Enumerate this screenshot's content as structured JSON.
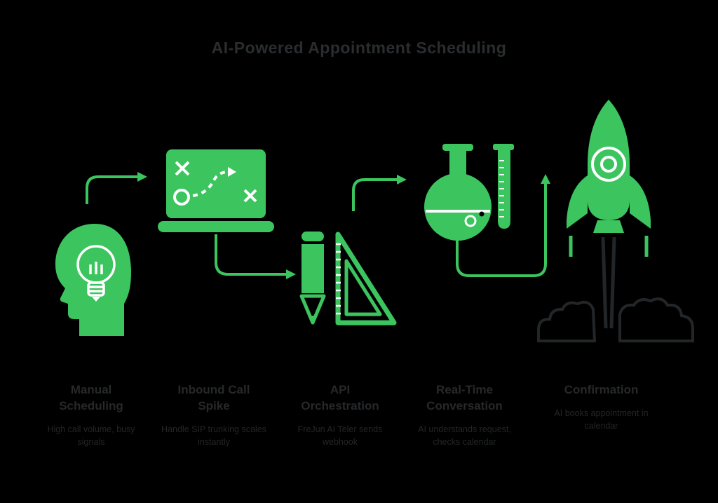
{
  "title": "AI-Powered Appointment Scheduling",
  "colors": {
    "background": "#000000",
    "accent_green": "#3cc45f",
    "text_dark": "#26282a"
  },
  "stages": [
    {
      "icon": "head-lightbulb-icon",
      "label": "Manual Scheduling",
      "description": "High call volume, busy signals"
    },
    {
      "icon": "strategy-board-laptop-icon",
      "label": "Inbound Call Spike",
      "description": "Handle SIP trunking scales instantly"
    },
    {
      "icon": "pencil-set-square-icon",
      "label": "API Orchestration",
      "description": "FreJun AI Teler sends webhook"
    },
    {
      "icon": "flask-test-tube-icon",
      "label": "Real-Time Conversation",
      "description": "AI understands request, checks calendar"
    },
    {
      "icon": "rocket-launch-icon",
      "label": "Confirmation",
      "description": "AI books appointment in calendar"
    }
  ]
}
